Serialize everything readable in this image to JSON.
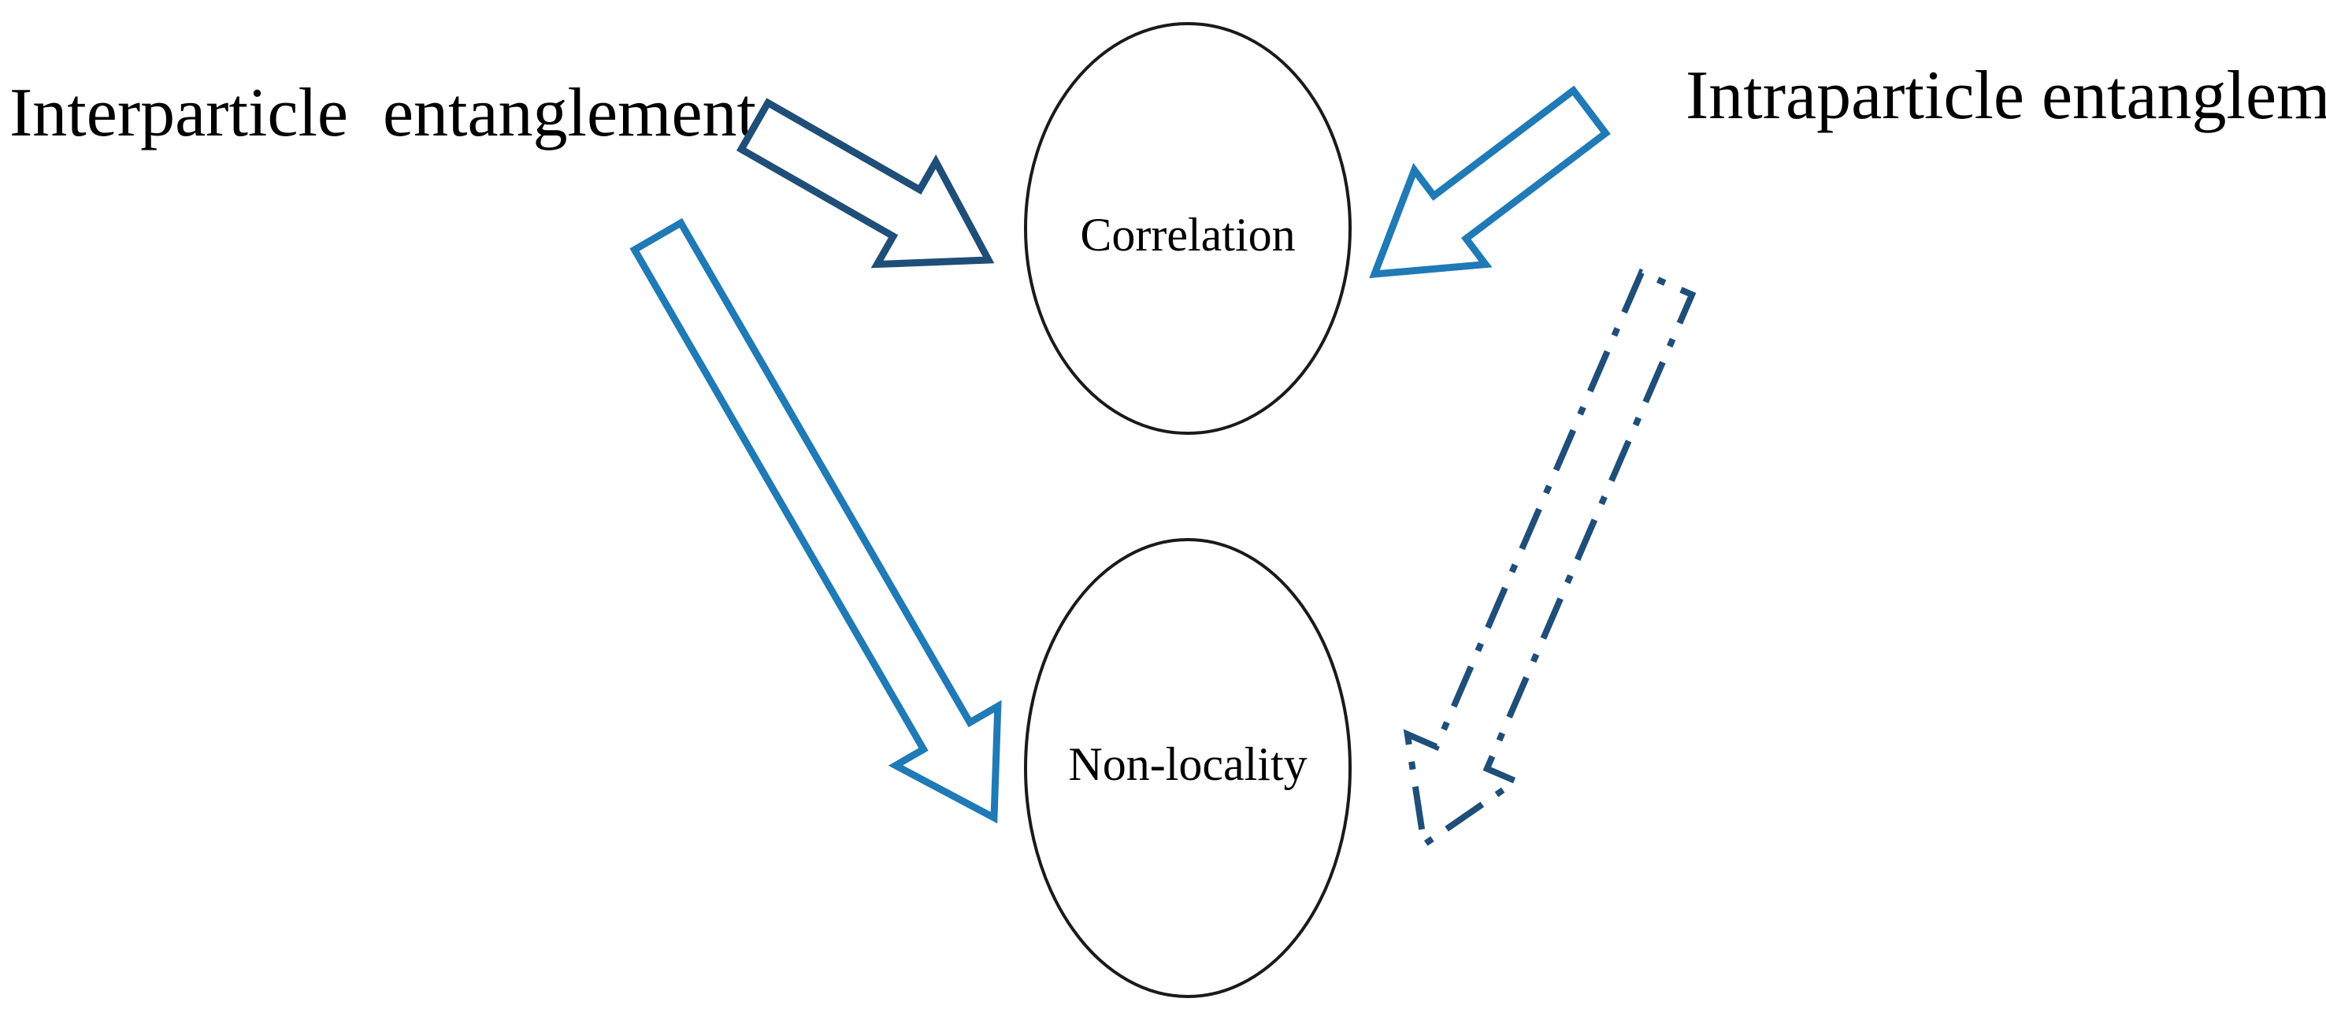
{
  "source_nodes": {
    "interparticle": "Interparticle  entanglement",
    "intraparticle": "Intraparticle entanglement"
  },
  "target_nodes": {
    "correlation": "Correlation",
    "nonlocality": "Non-locality"
  },
  "colors": {
    "arrow_dark_blue": "#1f4e79",
    "arrow_blue": "#1f7ab5",
    "circle_stroke": "#1a1a1a",
    "background": "#ffffff"
  },
  "edges": [
    {
      "from": "interparticle",
      "to": "correlation",
      "style": "solid"
    },
    {
      "from": "interparticle",
      "to": "nonlocality",
      "style": "solid"
    },
    {
      "from": "intraparticle",
      "to": "correlation",
      "style": "solid"
    },
    {
      "from": "intraparticle",
      "to": "nonlocality",
      "style": "dash-dot"
    }
  ]
}
